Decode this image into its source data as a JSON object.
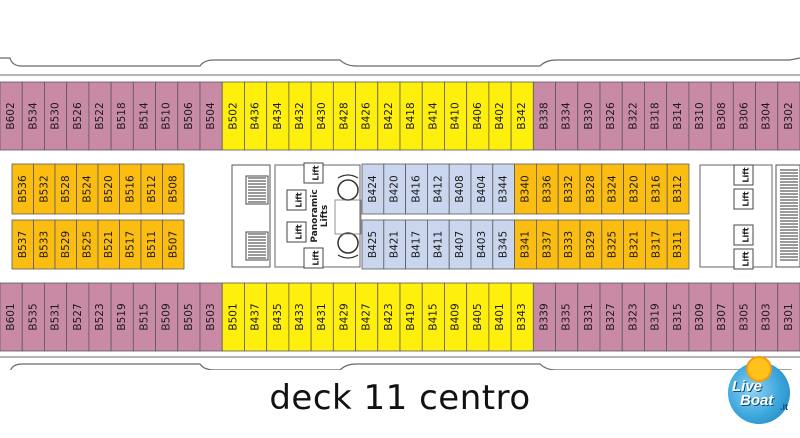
{
  "caption": "deck 11 centro",
  "logo": {
    "line1": "Live",
    "line2": "Boat",
    "suffix": ".it"
  },
  "legend_colors": {
    "pink": "#c98aa6",
    "yellow": "#ffef0c",
    "orange": "#fcbd12",
    "blue": "#c9d6ee",
    "outline": "#5b5b5b"
  },
  "top_row": [
    {
      "id": "B602",
      "color": "pink"
    },
    {
      "id": "B534",
      "color": "pink"
    },
    {
      "id": "B530",
      "color": "pink"
    },
    {
      "id": "B526",
      "color": "pink"
    },
    {
      "id": "B522",
      "color": "pink"
    },
    {
      "id": "B518",
      "color": "pink"
    },
    {
      "id": "B514",
      "color": "pink"
    },
    {
      "id": "B510",
      "color": "pink"
    },
    {
      "id": "B506",
      "color": "pink"
    },
    {
      "id": "B504",
      "color": "pink"
    },
    {
      "id": "B502",
      "color": "yellow"
    },
    {
      "id": "B436",
      "color": "yellow"
    },
    {
      "id": "B434",
      "color": "yellow"
    },
    {
      "id": "B432",
      "color": "yellow"
    },
    {
      "id": "B430",
      "color": "yellow"
    },
    {
      "id": "B428",
      "color": "yellow"
    },
    {
      "id": "B426",
      "color": "yellow"
    },
    {
      "id": "B422",
      "color": "yellow"
    },
    {
      "id": "B418",
      "color": "yellow"
    },
    {
      "id": "B414",
      "color": "yellow"
    },
    {
      "id": "B410",
      "color": "yellow"
    },
    {
      "id": "B406",
      "color": "yellow"
    },
    {
      "id": "B402",
      "color": "yellow"
    },
    {
      "id": "B342",
      "color": "yellow"
    },
    {
      "id": "B338",
      "color": "pink"
    },
    {
      "id": "B334",
      "color": "pink"
    },
    {
      "id": "B330",
      "color": "pink"
    },
    {
      "id": "B326",
      "color": "pink"
    },
    {
      "id": "B322",
      "color": "pink"
    },
    {
      "id": "B318",
      "color": "pink"
    },
    {
      "id": "B314",
      "color": "pink"
    },
    {
      "id": "B310",
      "color": "pink"
    },
    {
      "id": "B308",
      "color": "pink"
    },
    {
      "id": "B306",
      "color": "pink"
    },
    {
      "id": "B304",
      "color": "pink"
    },
    {
      "id": "B302",
      "color": "pink"
    }
  ],
  "bottom_row": [
    {
      "id": "B601",
      "color": "pink"
    },
    {
      "id": "B535",
      "color": "pink"
    },
    {
      "id": "B531",
      "color": "pink"
    },
    {
      "id": "B527",
      "color": "pink"
    },
    {
      "id": "B523",
      "color": "pink"
    },
    {
      "id": "B519",
      "color": "pink"
    },
    {
      "id": "B515",
      "color": "pink"
    },
    {
      "id": "B509",
      "color": "pink"
    },
    {
      "id": "B505",
      "color": "pink"
    },
    {
      "id": "B503",
      "color": "pink"
    },
    {
      "id": "B501",
      "color": "yellow"
    },
    {
      "id": "B437",
      "color": "yellow"
    },
    {
      "id": "B435",
      "color": "yellow"
    },
    {
      "id": "B433",
      "color": "yellow"
    },
    {
      "id": "B431",
      "color": "yellow"
    },
    {
      "id": "B429",
      "color": "yellow"
    },
    {
      "id": "B427",
      "color": "yellow"
    },
    {
      "id": "B423",
      "color": "yellow"
    },
    {
      "id": "B419",
      "color": "yellow"
    },
    {
      "id": "B415",
      "color": "yellow"
    },
    {
      "id": "B409",
      "color": "yellow"
    },
    {
      "id": "B405",
      "color": "yellow"
    },
    {
      "id": "B401",
      "color": "yellow"
    },
    {
      "id": "B343",
      "color": "yellow"
    },
    {
      "id": "B339",
      "color": "pink"
    },
    {
      "id": "B335",
      "color": "pink"
    },
    {
      "id": "B331",
      "color": "pink"
    },
    {
      "id": "B327",
      "color": "pink"
    },
    {
      "id": "B323",
      "color": "pink"
    },
    {
      "id": "B319",
      "color": "pink"
    },
    {
      "id": "B315",
      "color": "pink"
    },
    {
      "id": "B309",
      "color": "pink"
    },
    {
      "id": "B307",
      "color": "pink"
    },
    {
      "id": "B305",
      "color": "pink"
    },
    {
      "id": "B303",
      "color": "pink"
    },
    {
      "id": "B301",
      "color": "pink"
    }
  ],
  "inner_left_top": [
    "B536",
    "B532",
    "B528",
    "B524",
    "B520",
    "B516",
    "B512",
    "B508"
  ],
  "inner_left_bottom": [
    "B537",
    "B533",
    "B529",
    "B525",
    "B521",
    "B517",
    "B511",
    "B507"
  ],
  "inner_mid_top": [
    {
      "id": "B424",
      "color": "blue"
    },
    {
      "id": "B420",
      "color": "blue"
    },
    {
      "id": "B416",
      "color": "blue"
    },
    {
      "id": "B412",
      "color": "blue"
    },
    {
      "id": "B408",
      "color": "blue"
    },
    {
      "id": "B404",
      "color": "blue"
    },
    {
      "id": "B344",
      "color": "blue"
    },
    {
      "id": "B340",
      "color": "orange"
    },
    {
      "id": "B336",
      "color": "orange"
    },
    {
      "id": "B332",
      "color": "orange"
    },
    {
      "id": "B328",
      "color": "orange"
    },
    {
      "id": "B324",
      "color": "orange"
    },
    {
      "id": "B320",
      "color": "orange"
    },
    {
      "id": "B316",
      "color": "orange"
    },
    {
      "id": "B312",
      "color": "orange"
    }
  ],
  "inner_mid_bottom": [
    {
      "id": "B425",
      "color": "blue"
    },
    {
      "id": "B421",
      "color": "blue"
    },
    {
      "id": "B417",
      "color": "blue"
    },
    {
      "id": "B411",
      "color": "blue"
    },
    {
      "id": "B407",
      "color": "blue"
    },
    {
      "id": "B403",
      "color": "blue"
    },
    {
      "id": "B345",
      "color": "blue"
    },
    {
      "id": "B341",
      "color": "orange"
    },
    {
      "id": "B337",
      "color": "orange"
    },
    {
      "id": "B333",
      "color": "orange"
    },
    {
      "id": "B329",
      "color": "orange"
    },
    {
      "id": "B325",
      "color": "orange"
    },
    {
      "id": "B321",
      "color": "orange"
    },
    {
      "id": "B317",
      "color": "orange"
    },
    {
      "id": "B311",
      "color": "orange"
    }
  ],
  "lift_label": "Lift",
  "panoramic_lifts": [
    "Panoramic",
    "Lifts"
  ]
}
